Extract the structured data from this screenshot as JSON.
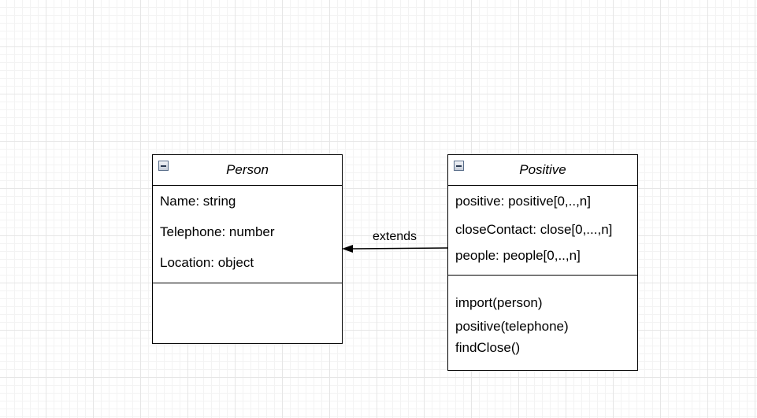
{
  "diagram": {
    "classes": [
      {
        "id": "person",
        "name": "Person",
        "attributes": [
          "Name: string",
          "Telephone: number",
          "Location: object"
        ],
        "operations": []
      },
      {
        "id": "positive",
        "name": "Positive",
        "attributes": [
          "positive: positive[0,..,n]",
          "closeContact: close[0,...,n]",
          "people: people[0,..,n]"
        ],
        "operations": [
          "import(person)",
          "positive(telephone)",
          "findClose()"
        ]
      }
    ],
    "relation": {
      "label": "extends",
      "from": "positive",
      "to": "person"
    }
  },
  "colors": {
    "line": "#000000",
    "grid_major": "#e6e6e6",
    "grid_minor": "#f3f3f3",
    "icon_border": "#5a6e8a"
  },
  "icons": {
    "collapse": "collapse-icon"
  }
}
